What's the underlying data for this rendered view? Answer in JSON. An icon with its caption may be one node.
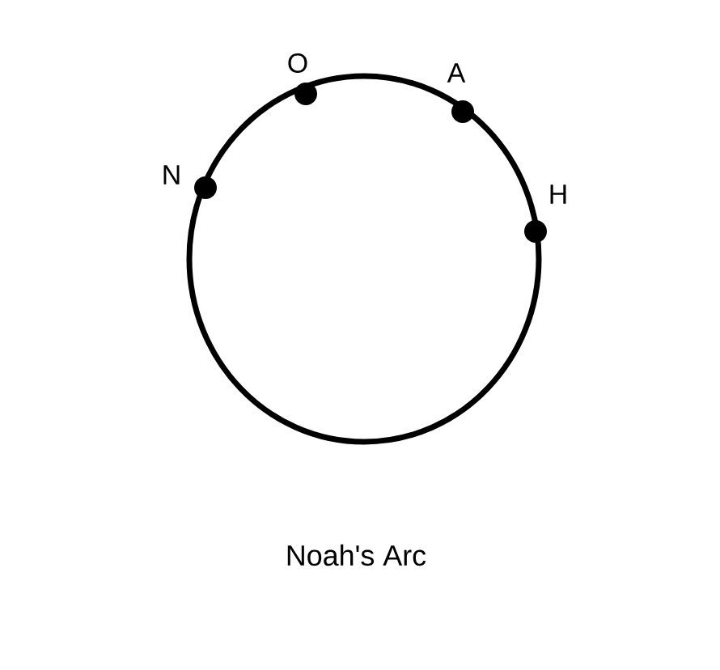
{
  "diagram": {
    "caption": "Noah's Arc",
    "labels": [
      "O",
      "A",
      "N",
      "H"
    ]
  }
}
